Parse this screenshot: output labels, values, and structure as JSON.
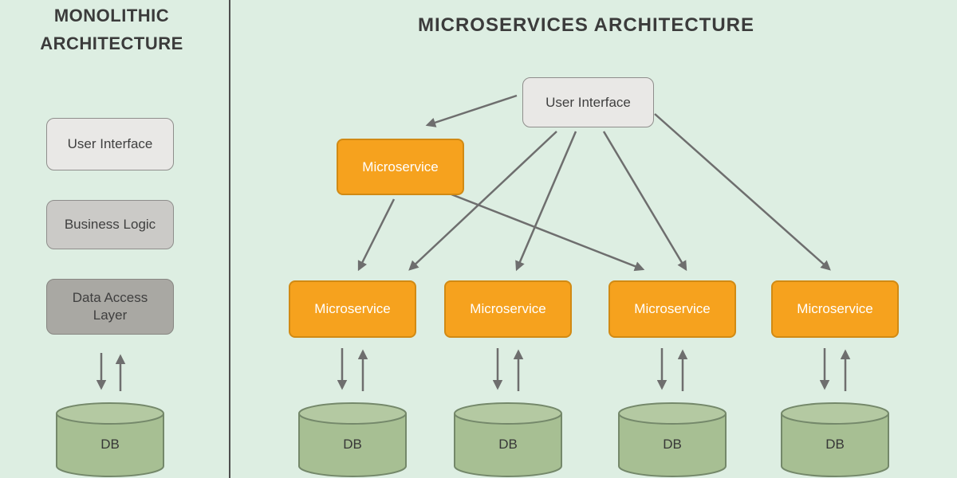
{
  "colors": {
    "background": "#ddeee2",
    "divider": "#4d4d4d",
    "box_gray_light": "#e9e8e6",
    "box_gray_mid": "#cbcac7",
    "box_gray_dark": "#a9a8a3",
    "microservice_orange": "#f6a21e",
    "microservice_border": "#d18a14",
    "db_green": "#a7bf93",
    "db_green_top": "#b4c9a2",
    "db_border": "#74886a",
    "arrow": "#6e6e6e"
  },
  "left_panel": {
    "title_line1": "MONOLITHIC",
    "title_line2": "ARCHITECTURE",
    "layers": [
      {
        "label": "User Interface"
      },
      {
        "label": "Business Logic"
      },
      {
        "label": "Data Access Layer"
      }
    ],
    "db_label": "DB"
  },
  "right_panel": {
    "title": "MICROSERVICES ARCHITECTURE",
    "ui_box_label": "User Interface",
    "hub_microservice_label": "Microservice",
    "microservices": [
      {
        "label": "Microservice",
        "db_label": "DB"
      },
      {
        "label": "Microservice",
        "db_label": "DB"
      },
      {
        "label": "Microservice",
        "db_label": "DB"
      },
      {
        "label": "Microservice",
        "db_label": "DB"
      }
    ]
  }
}
